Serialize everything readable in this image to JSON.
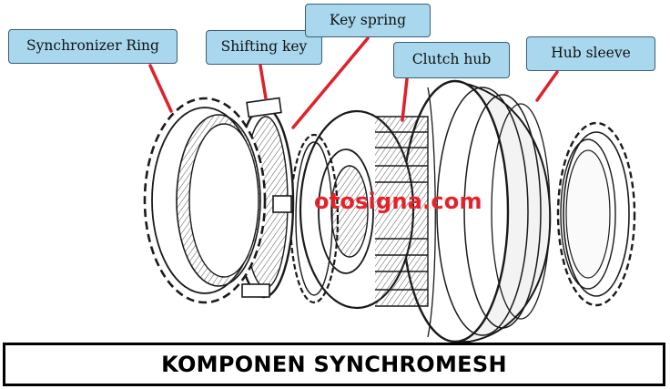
{
  "labels": {
    "synchronizer_ring": "Synchronizer Ring",
    "shifting_key": "Shifting key",
    "key_spring": "Key spring",
    "clutch_hub": "Clutch hub",
    "hub_sleeve": "Hub sleeve"
  },
  "watermark": "otosigna.com",
  "caption": "KOMPONEN SYNCHROMESH",
  "colors": {
    "label_fill": "#a9d8ee",
    "label_border": "#3a5e72",
    "leader_line": "#e0202a",
    "watermark": "#e8202a",
    "ink": "#1a1a1a"
  }
}
